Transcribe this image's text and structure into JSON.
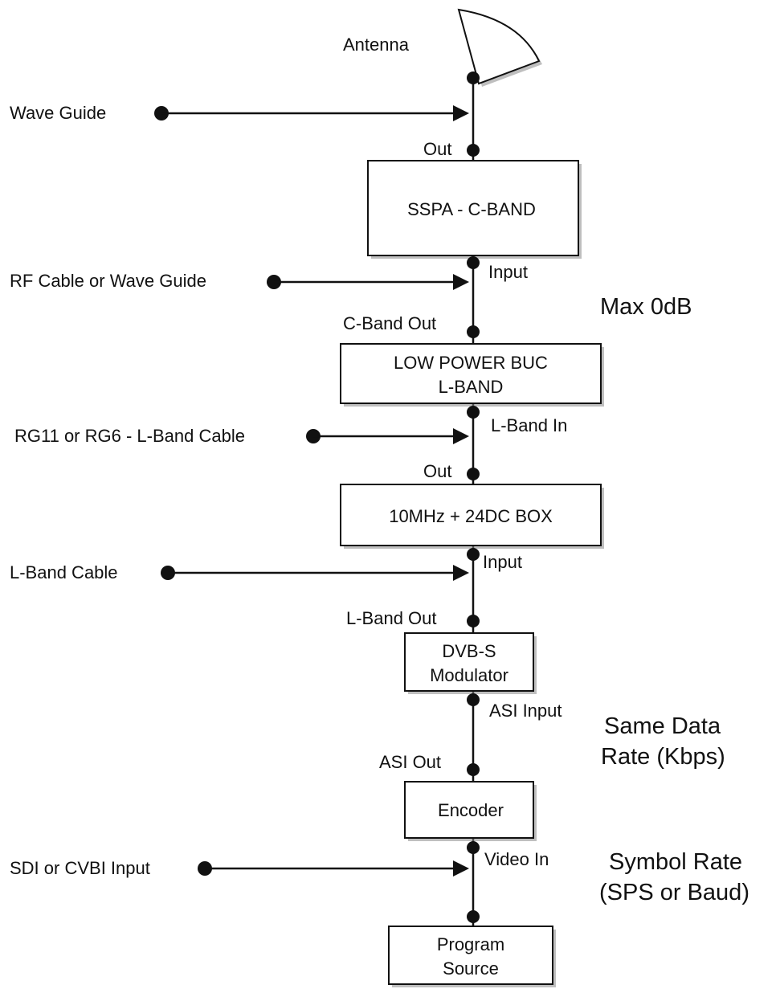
{
  "antenna": {
    "label": "Antenna"
  },
  "blocks": [
    {
      "id": "sspa",
      "lines": [
        "SSPA - C-BAND"
      ]
    },
    {
      "id": "buc",
      "lines": [
        "LOW POWER BUC",
        "L-BAND"
      ]
    },
    {
      "id": "box10",
      "lines": [
        "10MHz + 24DC BOX"
      ]
    },
    {
      "id": "modulator",
      "lines": [
        "DVB-S",
        "Modulator"
      ]
    },
    {
      "id": "encoder",
      "lines": [
        "Encoder"
      ]
    },
    {
      "id": "source",
      "lines": [
        "Program",
        "Source"
      ]
    }
  ],
  "ports": {
    "sspa_out": "Out",
    "sspa_in": "Input",
    "buc_out": "C-Band Out",
    "buc_in": "L-Band In",
    "box_out": "Out",
    "box_in": "Input",
    "mod_out": "L-Band Out",
    "mod_in": "ASI Input",
    "enc_out": "ASI Out",
    "enc_in": "Video In"
  },
  "connections": [
    "Wave Guide",
    "RF Cable or Wave Guide",
    "RG11 or RG6 - L-Band Cable",
    "L-Band Cable",
    "SDI or CVBI Input"
  ],
  "notes": {
    "max": "Max 0dB",
    "same_rate": [
      "Same Data",
      "Rate (Kbps)"
    ],
    "symbol_rate": [
      "Symbol Rate",
      "(SPS or Baud)"
    ]
  },
  "colors": {
    "line": "#111111",
    "box_fill": "#ffffff",
    "shadow": "#8a8a8a"
  }
}
